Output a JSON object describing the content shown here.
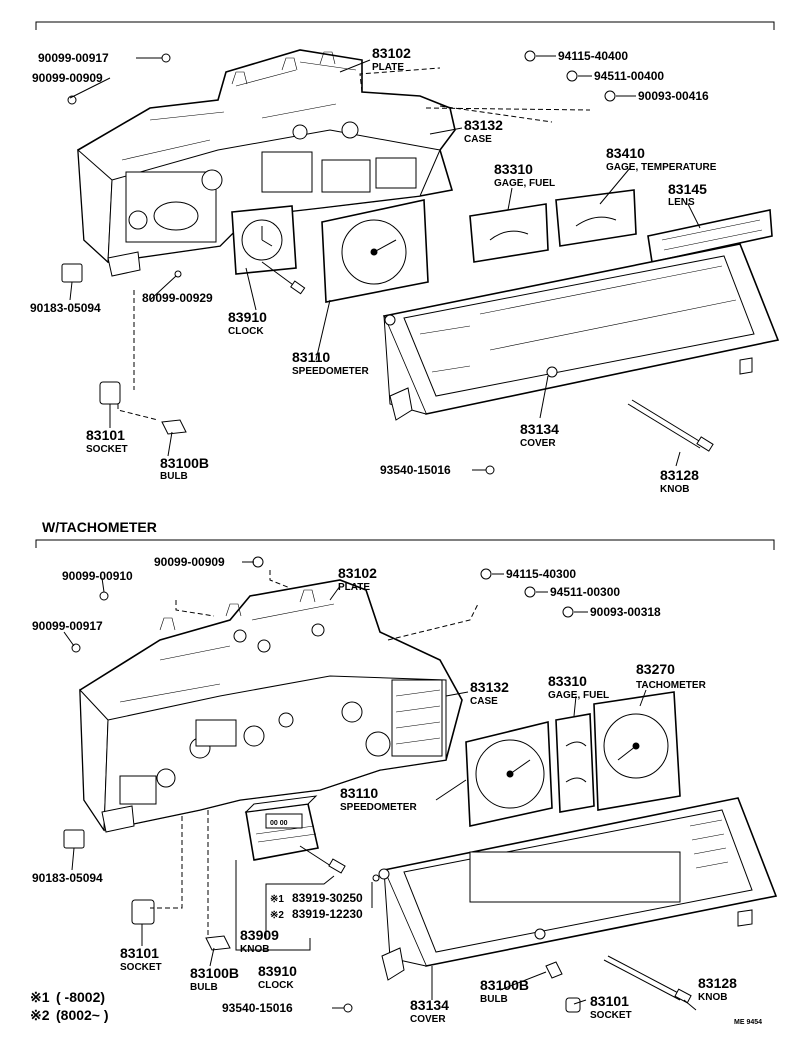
{
  "sections": {
    "top": {
      "labels": {
        "p90099_00917": "90099-00917",
        "p90099_00909": "90099-00909",
        "p83102": "83102",
        "n83102": "PLATE",
        "p94115": "94115-40400",
        "p94511": "94511-00400",
        "p90093": "90093-00416",
        "p83132": "83132",
        "n83132": "CASE",
        "p83310": "83310",
        "n83310": "GAGE, FUEL",
        "p83410": "83410",
        "n83410": "GAGE, TEMPERATURE",
        "p83145": "83145",
        "n83145": "LENS",
        "p90183": "90183-05094",
        "p90099_00929": "80099-00929",
        "p83910": "83910",
        "n83910": "CLOCK",
        "p83110": "83110",
        "n83110": "SPEEDOMETER",
        "p83101": "83101",
        "n83101": "SOCKET",
        "p83100B": "83100B",
        "n83100B": "BULB",
        "p83134": "83134",
        "n83134": "COVER",
        "p93540": "93540-15016",
        "p83128": "83128",
        "n83128": "KNOB"
      }
    },
    "bottom": {
      "title": "W/TACHOMETER",
      "labels": {
        "p90099_00910": "90099-00910",
        "p90099_00909": "90099-00909",
        "p90099_00917": "90099-00917",
        "p83102": "83102",
        "n83102": "PLATE",
        "p94115": "94115-40300",
        "p94511": "94511-00300",
        "p90093": "90093-00318",
        "p83132": "83132",
        "n83132": "CASE",
        "p83310": "83310",
        "n83310": "GAGE, FUEL",
        "p83270": "83270",
        "n83270": "TACHOMETER",
        "p83110": "83110",
        "n83110": "SPEEDOMETER",
        "p90183": "90183-05094",
        "k1": "※1",
        "p83919a": "83919-30250",
        "k2": "※2",
        "p83919b": "83919-12230",
        "p83909": "83909",
        "n83909": "KNOB",
        "p83101": "83101",
        "n83101": "SOCKET",
        "p83100B": "83100B",
        "n83100B": "BULB",
        "p83910": "83910",
        "n83910": "CLOCK",
        "p83134": "83134",
        "n83134": "COVER",
        "p83100B_2": "83100B",
        "n83100B_2": "BULB",
        "p83101_2": "83101",
        "n83101_2": "SOCKET",
        "p83128": "83128",
        "n83128": "KNOB",
        "p93540": "93540-15016"
      }
    }
  },
  "legend": {
    "k1_mark": "※1",
    "k1_text": "(         -8002)",
    "k2_mark": "※2",
    "k2_text": "(8002~           )"
  },
  "figure_id": "ME 9454",
  "clock_face": "00 00"
}
